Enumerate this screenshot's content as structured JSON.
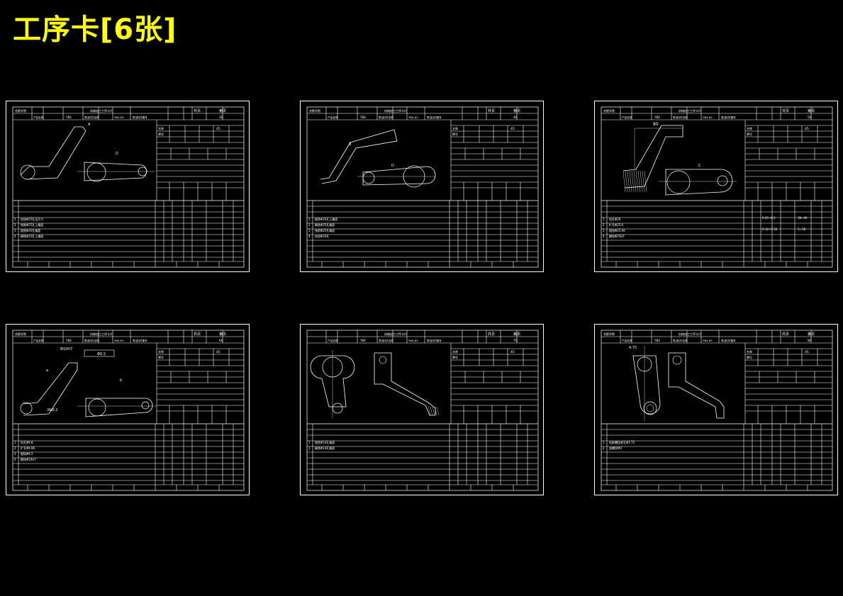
{
  "page": {
    "title": "工序卡[6张]",
    "title_color": "#ffff00",
    "background": "#000000",
    "line_color": "#ffffff"
  },
  "cards": [
    {
      "top_left": "合肥学院",
      "header": [
        "产品名称",
        "YB4",
        "零(部)件名称",
        "YB4-63",
        "零(部)件图号"
      ],
      "card_title": "机械加工工序卡片",
      "pages": [
        "共页",
        "第页"
      ],
      "process_no": "30",
      "material": [
        "名称",
        "牌号",
        "45"
      ],
      "dims": [
        "A",
        "D"
      ],
      "steps": [
        "钻铰Φ25孔至尺寸",
        "铣削Φ25孔上端面",
        "粗铣Φ35孔端面",
        "精铣Φ35孔上端面"
      ]
    },
    {
      "top_left": "合肥学院",
      "header": [
        "产品名称",
        "YB4",
        "零(部)件名称",
        "YB4-63",
        "零(部)件图号"
      ],
      "card_title": "机械加工工序卡片",
      "pages": [
        "共页",
        "第页"
      ],
      "process_no": "40",
      "material": [
        "名称",
        "牌号",
        "45"
      ],
      "dims": [
        "B",
        "D"
      ],
      "steps": [
        "粗铣Φ35孔上端面",
        "精铣Φ35孔端面",
        "铣削Φ25孔端面",
        "钻铰Φ10孔"
      ]
    },
    {
      "top_left": "合肥学院",
      "header": [
        "产品名称",
        "YB4",
        "零(部)件名称",
        "YB4-63",
        "零(部)件图号"
      ],
      "card_title": "机械加工工序卡片",
      "pages": [
        "共页",
        "第页"
      ],
      "process_no": "50",
      "material": [
        "名称",
        "牌号",
        "45"
      ],
      "dims": [
        "80",
        "C"
      ],
      "values": [
        "6.05~6.2",
        "38~40",
        "0.10~0.56",
        "5~18"
      ],
      "steps": [
        "钻孔Φ26",
        "扩孔Φ25.0",
        "粗铰Φ25.94",
        "精铰Φ25H7"
      ]
    },
    {
      "top_left": "合肥学院",
      "header": [
        "产品名称",
        "YB4",
        "零(部)件名称",
        "YB4-63",
        "零(部)件图号"
      ],
      "card_title": "机械加工工序卡片",
      "pages": [
        "共页",
        "第页"
      ],
      "process_no": "60",
      "material": [
        "名称",
        "牌号",
        "45"
      ],
      "dims": [
        "Φ10H7",
        "Φ0.2",
        "Rb0.2",
        "a",
        "b"
      ],
      "steps": [
        "钻孔Φ9.8",
        "扩孔Φ9.96",
        "粗铰Φ9.2",
        "精铰Φ10H7"
      ]
    },
    {
      "top_left": "",
      "header": [
        "产品名称",
        "YB4",
        "零(部)件名称",
        "YB4-63",
        "零(部)件图号"
      ],
      "card_title": "机械加工工序卡片",
      "pages": [
        "共页",
        "第页"
      ],
      "process_no": "70",
      "material": [
        "名称",
        "牌号",
        "45"
      ],
      "dims": [],
      "steps": [
        "粗铣Φ14孔端面",
        "精铣Φ14孔端面"
      ]
    },
    {
      "top_left": "合肥学院",
      "header": [
        "产品名称",
        "YB4",
        "零(部)件名称",
        "YB4-63",
        "零(部)件图号"
      ],
      "card_title": "机械加工工序卡片",
      "pages": [
        "共页",
        "第页"
      ],
      "process_no": "80",
      "material": [
        "名称",
        "牌号",
        "45"
      ],
      "dims": [
        "4.75"
      ],
      "steps": [
        "钻削螺纹底孔Φ3.75",
        "攻螺纹M4"
      ]
    }
  ]
}
